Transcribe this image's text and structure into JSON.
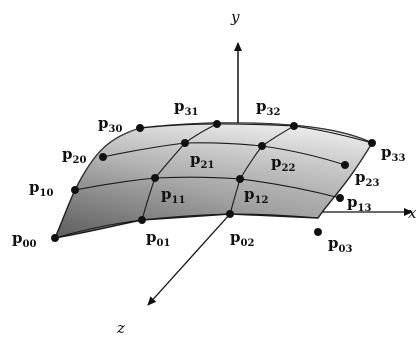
{
  "axes": {
    "y_label": "y",
    "z_label": "z",
    "x_label": "x"
  },
  "points": [
    {
      "id": "p00",
      "base": "p",
      "sub": "00"
    },
    {
      "id": "p01",
      "base": "p",
      "sub": "01"
    },
    {
      "id": "p02",
      "base": "p",
      "sub": "02"
    },
    {
      "id": "p03",
      "base": "p",
      "sub": "03"
    },
    {
      "id": "p10",
      "base": "p",
      "sub": "10"
    },
    {
      "id": "p11",
      "base": "p",
      "sub": "11"
    },
    {
      "id": "p12",
      "base": "p",
      "sub": "12"
    },
    {
      "id": "p13",
      "base": "p",
      "sub": "13"
    },
    {
      "id": "p20",
      "base": "p",
      "sub": "20"
    },
    {
      "id": "p21",
      "base": "p",
      "sub": "21"
    },
    {
      "id": "p22",
      "base": "p",
      "sub": "22"
    },
    {
      "id": "p23",
      "base": "p",
      "sub": "23"
    },
    {
      "id": "p30",
      "base": "p",
      "sub": "30"
    },
    {
      "id": "p31",
      "base": "p",
      "sub": "31"
    },
    {
      "id": "p32",
      "base": "p",
      "sub": "32"
    },
    {
      "id": "p33",
      "base": "p",
      "sub": "33"
    }
  ],
  "colors": {
    "surface_dark": "#7a7a7a",
    "surface_light": "#f2f2f2",
    "lines": "#1a1a1a"
  }
}
